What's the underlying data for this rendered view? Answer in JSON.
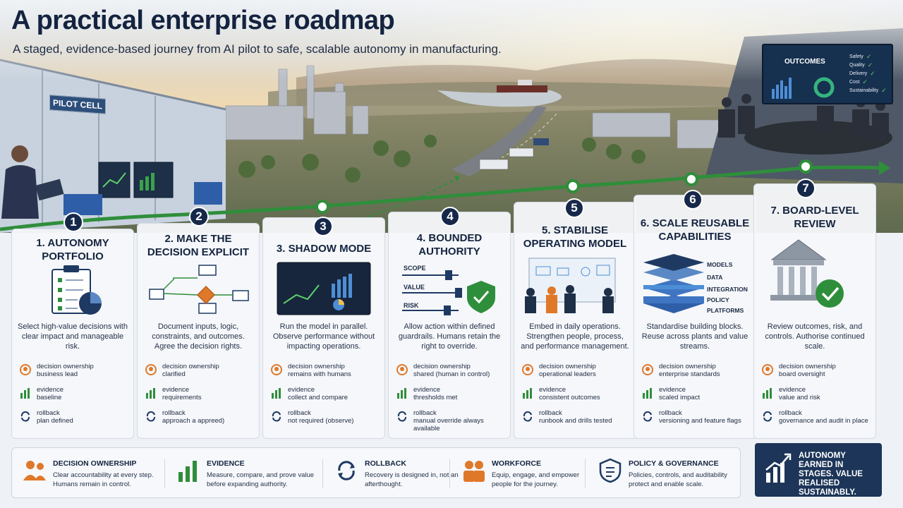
{
  "header": {
    "title": "A practical enterprise roadmap",
    "subtitle": "A staged, evidence-based journey from AI pilot to safe, scalable autonomy in manufacturing."
  },
  "scene": {
    "pilot_sign": "PILOT CELL",
    "outcomes_title": "OUTCOMES",
    "outcomes_checks": [
      "Safety",
      "Quality",
      "Delivery",
      "Cost",
      "Sustainability"
    ]
  },
  "steps": [
    {
      "number": "1",
      "title": "1. AUTONOMY PORTFOLIO",
      "description": "Select high-value decisions with clear impact and manageable risk.",
      "metrics": [
        {
          "label": "decision ownership",
          "value": "business lead"
        },
        {
          "label": "evidence",
          "value": "baseline"
        },
        {
          "label": "rollback",
          "value": "plan defined"
        }
      ]
    },
    {
      "number": "2",
      "title": "2. MAKE THE DECISION EXPLICIT",
      "description": "Document inputs, logic, constraints, and outcomes. Agree the decision rights.",
      "metrics": [
        {
          "label": "decision ownership",
          "value": "clarified"
        },
        {
          "label": "evidence",
          "value": "requirements"
        },
        {
          "label": "rollback",
          "value": "approach a appreed)"
        }
      ]
    },
    {
      "number": "3",
      "title": "3. SHADOW MODE",
      "description": "Run the model in parallel. Observe performance without impacting operations.",
      "metrics": [
        {
          "label": "decision ownership",
          "value": "remains with humans"
        },
        {
          "label": "evidence",
          "value": "collect and compare"
        },
        {
          "label": "rollback",
          "value": "not required (observe)"
        }
      ]
    },
    {
      "number": "4",
      "title": "4. BOUNDED AUTHORITY",
      "description": "Allow action within defined guardrails. Humans retain the right to override.",
      "illus_labels": [
        "SCOPE",
        "VALUE",
        "RISK"
      ],
      "metrics": [
        {
          "label": "decision ownership",
          "value": "shared (human in control)"
        },
        {
          "label": "evidence",
          "value": "thresholds met"
        },
        {
          "label": "rollback",
          "value": "manual override always available"
        }
      ]
    },
    {
      "number": "5",
      "title": "5. STABILISE OPERATING MODEL",
      "description": "Embed in daily operations. Strengthen people, process, and performance management.",
      "metrics": [
        {
          "label": "decision ownership",
          "value": "operational leaders"
        },
        {
          "label": "evidence",
          "value": "consistent outcomes"
        },
        {
          "label": "rollback",
          "value": "runbook and drills tested"
        }
      ]
    },
    {
      "number": "6",
      "title": "6. SCALE REUSABLE CAPABILITIES",
      "description": "Standardise building blocks. Reuse across plants and value streams.",
      "illus_labels": [
        "MODELS",
        "DATA",
        "INTEGRATION",
        "POLICY",
        "PLATFORMS"
      ],
      "metrics": [
        {
          "label": "decision ownership",
          "value": "enterprise standards"
        },
        {
          "label": "evidence",
          "value": "scaled impact"
        },
        {
          "label": "rollback",
          "value": "versioning and feature flags"
        }
      ]
    },
    {
      "number": "7",
      "title": "7. BOARD-LEVEL REVIEW",
      "description": "Review outcomes, risk, and controls. Authorise continued scale.",
      "metrics": [
        {
          "label": "decision ownership",
          "value": "board oversight"
        },
        {
          "label": "evidence",
          "value": "value and risk"
        },
        {
          "label": "rollback",
          "value": "governance and audit in place"
        }
      ]
    }
  ],
  "legend": [
    {
      "title": "DECISION OWNERSHIP",
      "description": "Clear accountability at every step. Humans remain in control.",
      "icon": "people-icon"
    },
    {
      "title": "EVIDENCE",
      "description": "Measure, compare, and prove value before expanding authority.",
      "icon": "bar-chart-icon"
    },
    {
      "title": "ROLLBACK",
      "description": "Recovery is designed in, not an afterthought.",
      "icon": "cycle-arrows-icon"
    },
    {
      "title": "WORKFORCE",
      "description": "Equip, engage, and empower people for the journey.",
      "icon": "workforce-icon"
    },
    {
      "title": "POLICY & GOVERNANCE",
      "description": "Policies, controls, and auditability protect and enable scale.",
      "icon": "shield-icon"
    }
  ],
  "badge": {
    "text": "AUTONOMY EARNED IN STAGES. VALUE REALISED SUSTAINABLY."
  },
  "colors": {
    "navy": "#16284a",
    "green": "#3d9a3e",
    "orange": "#e0782a",
    "card_bg": "#f5f7fa"
  }
}
